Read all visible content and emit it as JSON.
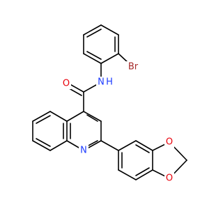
{
  "molecule": {
    "atoms": [
      {
        "id": "O_amide",
        "label": "O",
        "color": "#e8000b"
      },
      {
        "id": "N_amide",
        "label": "N",
        "color": "#1f3dff"
      },
      {
        "id": "H_amide",
        "label": "H",
        "color": "#1f3dff"
      },
      {
        "id": "Br",
        "label": "Br",
        "color": "#a62929"
      },
      {
        "id": "N_quinoline",
        "label": "N",
        "color": "#1f3dff"
      },
      {
        "id": "O_diox_1",
        "label": "O",
        "color": "#e8000b"
      },
      {
        "id": "O_diox_2",
        "label": "O",
        "color": "#e8000b"
      }
    ],
    "bond_color": "#000000"
  }
}
